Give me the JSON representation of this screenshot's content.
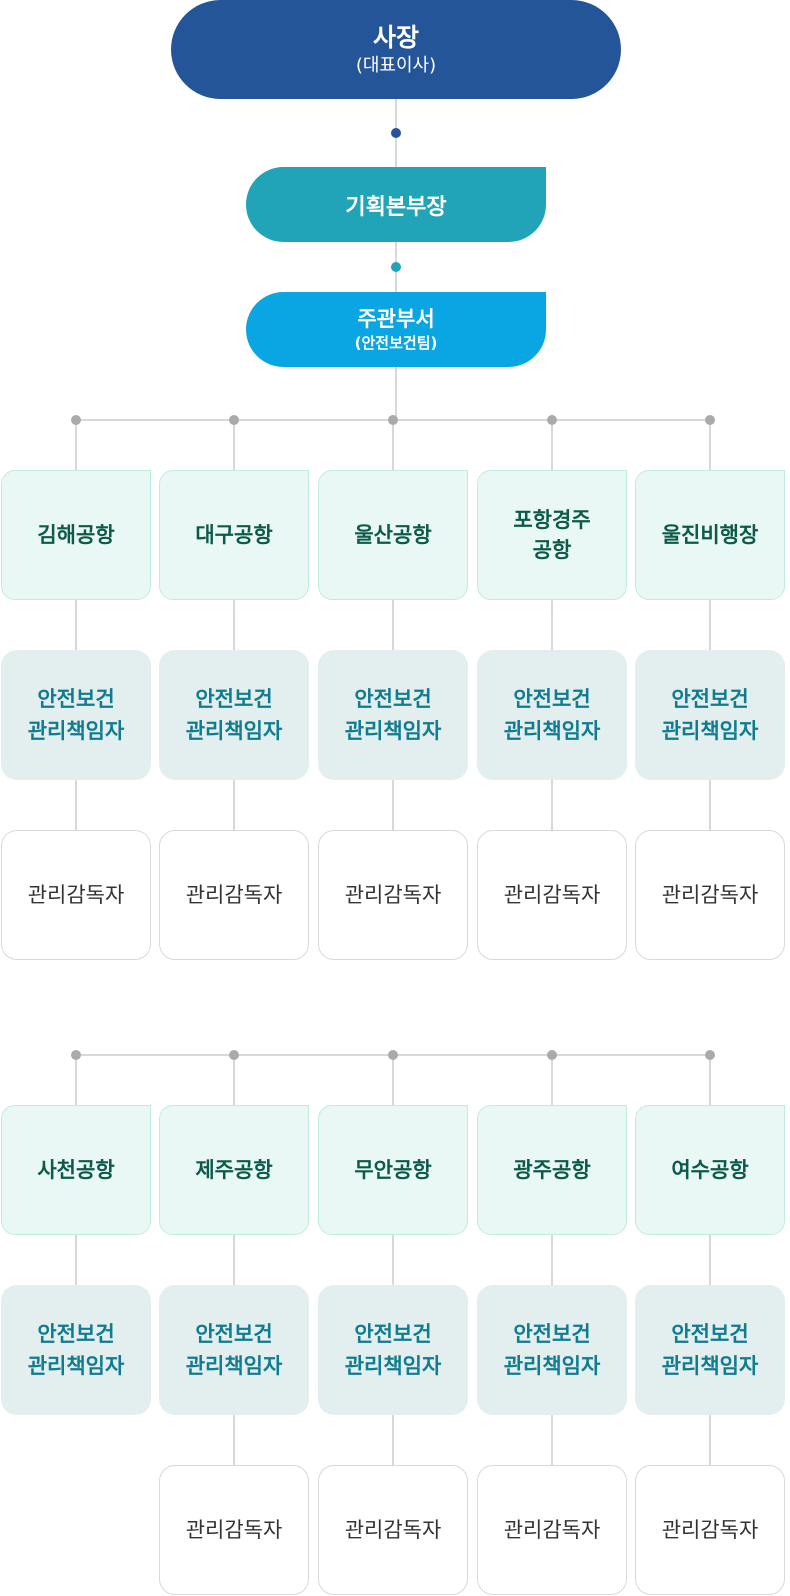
{
  "ceo": {
    "title": "사장",
    "subtitle": "(대표이사)"
  },
  "planning": {
    "title": "기획본부장"
  },
  "dept": {
    "title": "주관부서",
    "subtitle": "(안전보건팀)"
  },
  "officer_label": [
    "안전보건",
    "관리책임자"
  ],
  "supervisor_label": "관리감독자",
  "groups": [
    {
      "airports": [
        {
          "name": [
            "김해공항"
          ],
          "supervisor": true
        },
        {
          "name": [
            "대구공항"
          ],
          "supervisor": true
        },
        {
          "name": [
            "울산공항"
          ],
          "supervisor": true
        },
        {
          "name": [
            "포항경주",
            "공항"
          ],
          "supervisor": true
        },
        {
          "name": [
            "울진비행장"
          ],
          "supervisor": true
        }
      ]
    },
    {
      "airports": [
        {
          "name": [
            "사천공항"
          ],
          "supervisor": false
        },
        {
          "name": [
            "제주공항"
          ],
          "supervisor": true
        },
        {
          "name": [
            "무안공항"
          ],
          "supervisor": true
        },
        {
          "name": [
            "광주공항"
          ],
          "supervisor": true
        },
        {
          "name": [
            "여수공항"
          ],
          "supervisor": true
        }
      ]
    }
  ],
  "colors": {
    "ceo": "#235598",
    "planning": "#21a3b8",
    "dept": "#0aa5e3",
    "airport_bg": "#e9f8f5",
    "airport_text": "#0d5a4a",
    "officer_bg": "#e2efee",
    "officer_text": "#117b8f",
    "connector": "#cccccc",
    "joint_dot": "#aaaaaa"
  }
}
